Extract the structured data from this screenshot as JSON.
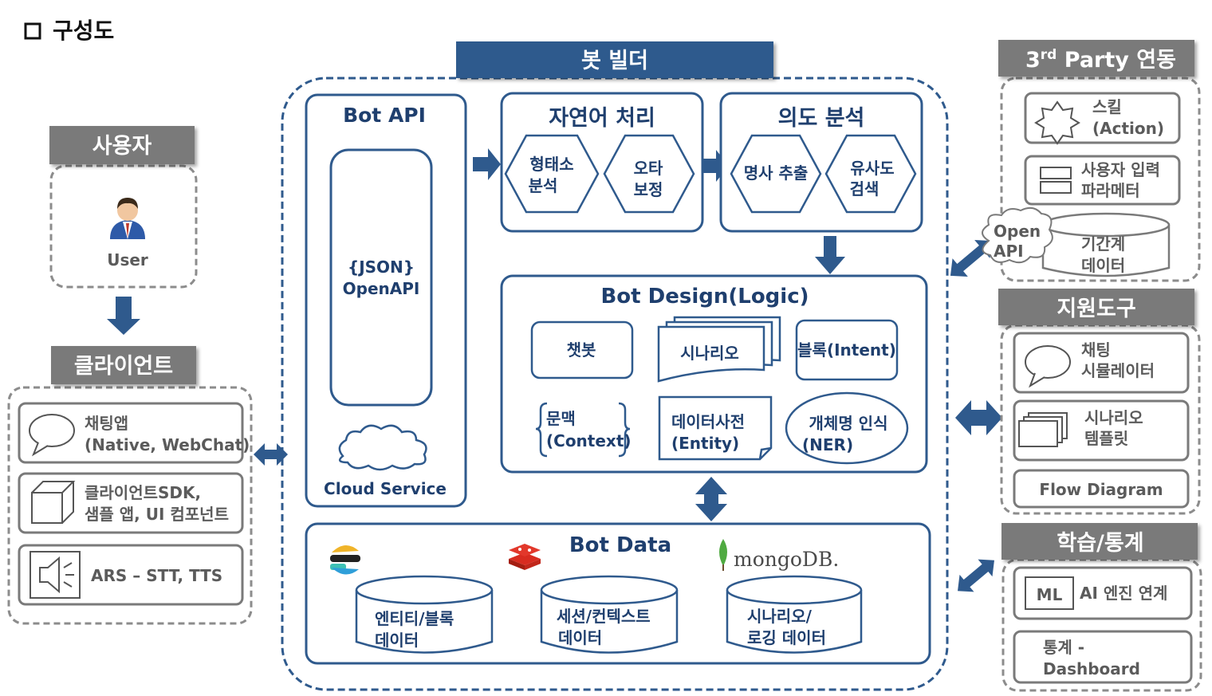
{
  "title": "구성도",
  "user_panel": {
    "header": "사용자",
    "user_label": "User"
  },
  "client_panel": {
    "header": "클라이언트",
    "items": [
      {
        "line1": "채팅앱",
        "line2": "(Native, WebChat)",
        "icon": "speech-bubble-icon"
      },
      {
        "line1": "클라이언트SDK,",
        "line2": "샘플 앱, UI 컴포넌트",
        "icon": "cube-icon"
      },
      {
        "line1": "ARS – STT, TTS",
        "icon": "speaker-icon"
      }
    ]
  },
  "bot_builder": {
    "header": "봇 빌더",
    "bot_api": {
      "title": "Bot API",
      "json_line1": "{JSON}",
      "json_line2": "OpenAPI",
      "cloud_label": "Cloud Service"
    },
    "nlp": {
      "title": "자연어 처리",
      "hex1": [
        "형태소",
        "분석"
      ],
      "hex2": [
        "오타",
        "보정"
      ]
    },
    "intent": {
      "title": "의도 분석",
      "hex1": [
        "명사 추출"
      ],
      "hex2": [
        "유사도",
        "검색"
      ]
    },
    "design": {
      "title": "Bot Design(Logic)",
      "chatbot": "챗봇",
      "scenario": "시나리오",
      "block": "블록(Intent)",
      "context_line1": "문맥",
      "context_line2": "(Context)",
      "entity_line1": "데이터사전",
      "entity_line2": "(Entity)",
      "ner_line1": "개체명 인식",
      "ner_line2": "(NER)"
    },
    "data": {
      "title": "Bot Data",
      "mongo_logo": "mongoDB.",
      "db1": [
        "엔티티/블록",
        "데이터"
      ],
      "db2": [
        "세션/컨텍스트",
        "데이터"
      ],
      "db3": [
        "시나리오/",
        "로깅 데이터"
      ]
    }
  },
  "third_party": {
    "header_prefix": "3",
    "header_sup": "rd",
    "header_suffix": " Party 연동",
    "skill": [
      "스킬",
      "(Action)"
    ],
    "param": [
      "사용자 입력",
      "파라메터"
    ],
    "open_api": [
      "Open",
      "API"
    ],
    "legacy": [
      "기간계",
      "데이터"
    ]
  },
  "support_tools": {
    "header": "지원도구",
    "simulator": [
      "채팅",
      "시뮬레이터"
    ],
    "template": [
      "시나리오",
      "템플릿"
    ],
    "flow": "Flow Diagram"
  },
  "learning": {
    "header": "학습/통계",
    "ml_badge": "ML",
    "ai_link": "AI 엔진 연계",
    "stats": [
      "통계 -",
      "Dashboard"
    ]
  },
  "colors": {
    "navy": "#2f5a8d",
    "dark_navy": "#1f3f6e",
    "header_gray": "#7a7a7a",
    "border_gray": "#8c8c8c",
    "arrow": "#2f5a8d"
  }
}
